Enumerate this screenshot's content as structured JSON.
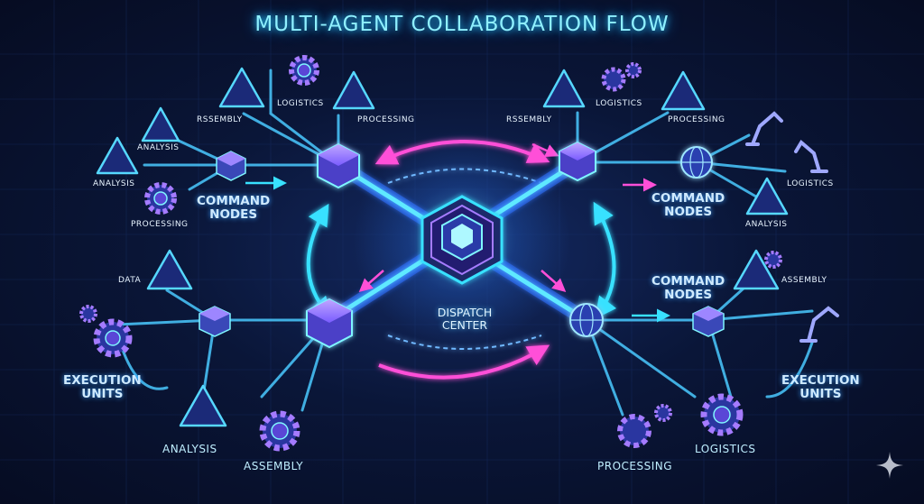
{
  "title": "MULTI-AGENT COLLABORATION FLOW",
  "center": {
    "line1": "DISPATCH",
    "line2": "CENTER"
  },
  "groups": {
    "top_left": {
      "heading": {
        "line1": "COMMAND",
        "line2": "NODES"
      },
      "labels": {
        "assembly": "RSSEMBLY",
        "logistics": "LOGISTICS",
        "processing": "PROCESSING",
        "analysis_1": "ANALYSIS",
        "analysis_2": "ANALYSIS",
        "processing_2": "PROCESSING"
      }
    },
    "top_right": {
      "heading": {
        "line1": "COMMAND",
        "line2": "NODES"
      },
      "labels": {
        "assembly": "RSSEMBLY",
        "logistics": "LOGISTICS",
        "processing": "PROCESSING",
        "logistics_2": "LOGISTICS",
        "analysis": "ANALYSIS"
      }
    },
    "bottom_left": {
      "heading": {
        "line1": "EXECUTION",
        "line2": "UNITS"
      },
      "labels": {
        "data": "DATA",
        "analysis": "ANALYSIS",
        "assembly": "ASSEMBLY"
      }
    },
    "bottom_right": {
      "heading_command": {
        "line1": "COMMAND",
        "line2": "NODES"
      },
      "heading_exec": {
        "line1": "EXECUTION",
        "line2": "UNITS"
      },
      "labels": {
        "assembly": "ASSEMBLY",
        "processing": "PROCESSING",
        "logistics": "LOGISTICS"
      }
    }
  },
  "icons": {
    "triangle": "warning-triangle-icon",
    "gear": "gear-icon",
    "cube": "cube-node-icon",
    "globe": "globe-icon",
    "robot_arm": "robot-arm-icon",
    "sparkle": "sparkle-icon"
  },
  "colors": {
    "background": "#070d24",
    "cyan": "#38e1ff",
    "blue": "#3d7dff",
    "magenta": "#ff4fd8",
    "violet": "#9b6bff",
    "title": "#8ff0ff"
  }
}
